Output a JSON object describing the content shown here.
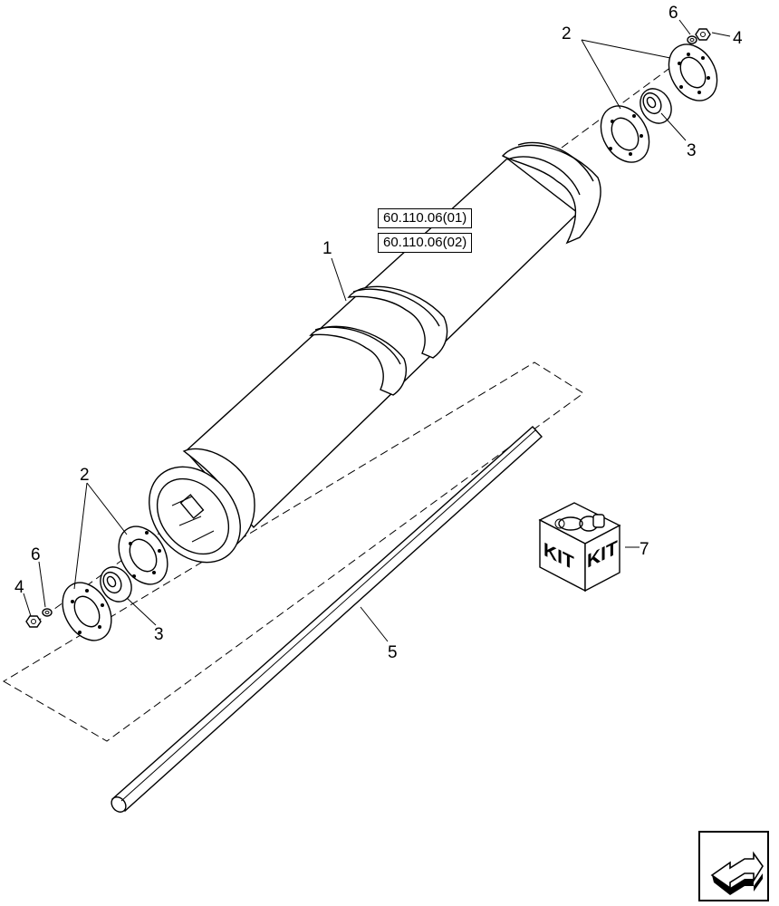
{
  "references": [
    {
      "id": "ref1",
      "label": "60.110.06(01)"
    },
    {
      "id": "ref2",
      "label": "60.110.06(02)"
    }
  ],
  "callouts": {
    "main_cylinder": "1",
    "flange_top": "2",
    "flange_bottom": "2",
    "bearing_top": "3",
    "bearing_bottom": "3",
    "nut_top": "4",
    "nut_bottom": "4",
    "washer_top": "6",
    "washer_bottom": "6",
    "shaft": "5",
    "kit": "7"
  },
  "kit": {
    "label_left": "KIT",
    "label_right": "KIT"
  },
  "icons": {
    "kit": "kit-box-icon",
    "nav": "return-arrow-icon"
  }
}
